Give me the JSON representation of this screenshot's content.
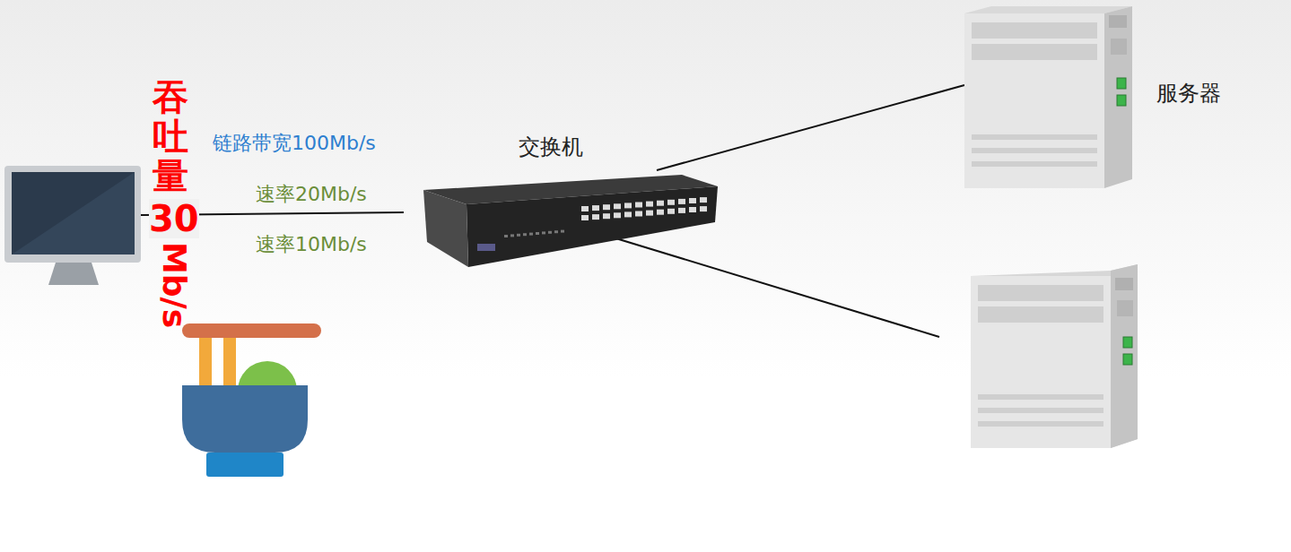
{
  "diagram": {
    "nodes": [
      {
        "text": [
          "交换机"
        ]
      },
      {
        "text": [
          "服务器"
        ]
      }
    ],
    "edges": [
      {
        "from": 0,
        "to": 1,
        "arrow": "none"
      }
    ],
    "labels": [
      "吞吐量",
      "30",
      "Mb/s",
      "链路带宽100Mb/s",
      "速率20Mb/s",
      "速率10Mb/s"
    ]
  }
}
